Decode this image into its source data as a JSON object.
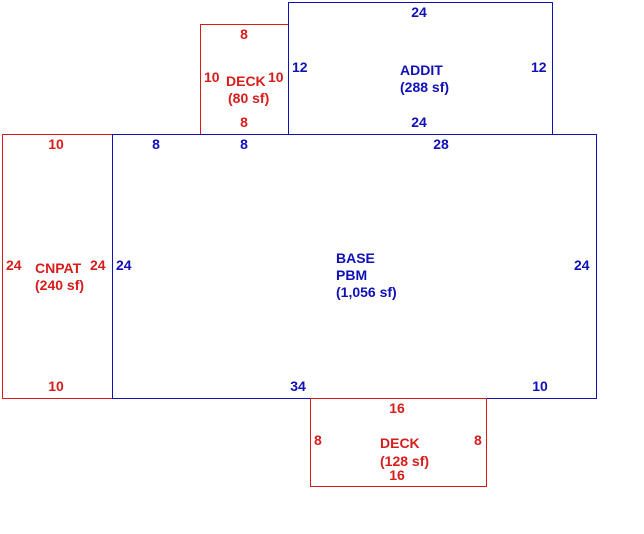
{
  "colors": {
    "red": "#d81c1c",
    "blue": "#1010b8"
  },
  "areas": {
    "deck_top": {
      "name": "DECK",
      "area": "(80 sf)",
      "dim_top": "8",
      "dim_bottom": "8",
      "dim_left": "10",
      "dim_right": "10"
    },
    "addit": {
      "name": "ADDIT",
      "area": "(288 sf)",
      "dim_top": "24",
      "dim_bottom": "24",
      "dim_left": "12",
      "dim_right": "12"
    },
    "cnpat": {
      "name": "CNPAT",
      "area": "(240 sf)",
      "dim_top": "10",
      "dim_bottom": "10",
      "dim_left": "24",
      "dim_right": "24"
    },
    "base": {
      "name": "BASE",
      "subname": "PBM",
      "area": "(1,056 sf)",
      "dim_top_seg1": "8",
      "dim_top_seg2": "8",
      "dim_top_seg3": "28",
      "dim_left": "24",
      "dim_right": "24",
      "dim_bottom_seg1": "34",
      "dim_bottom_seg2": "10"
    },
    "deck_bottom": {
      "name": "DECK",
      "area": "(128 sf)",
      "dim_top": "16",
      "dim_bottom": "16",
      "dim_left": "8",
      "dim_right": "8"
    }
  }
}
